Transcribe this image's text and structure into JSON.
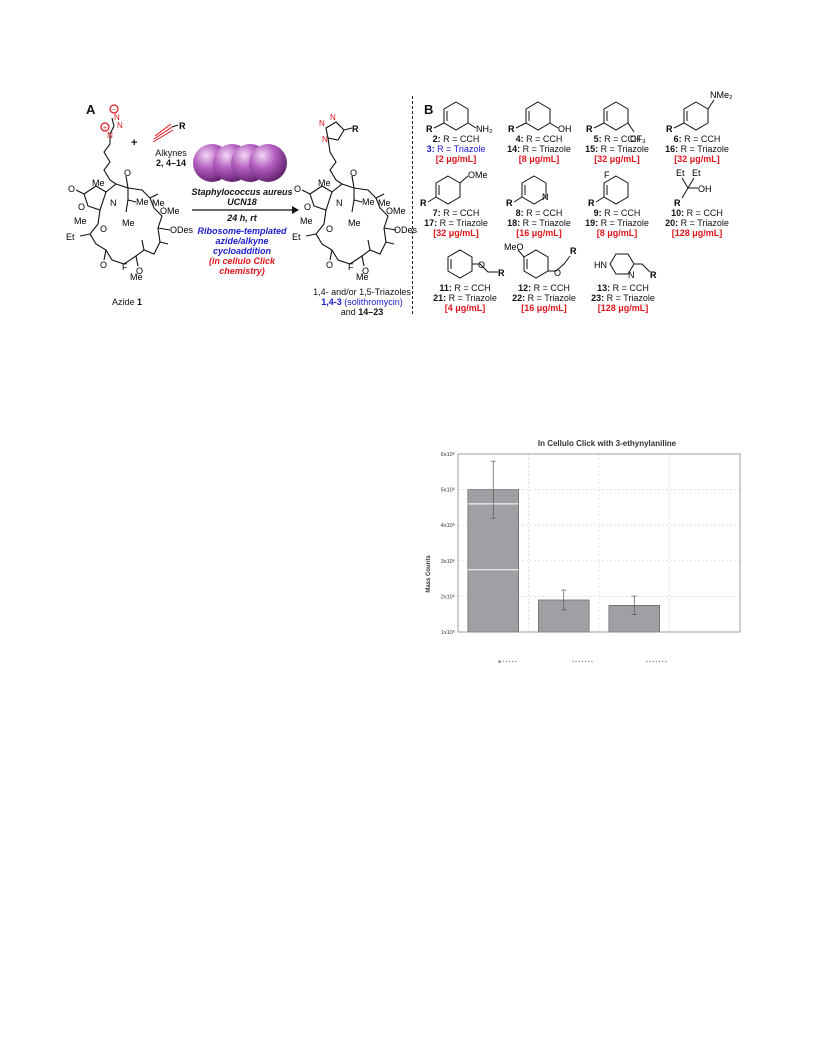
{
  "panel_a": {
    "label": "A",
    "alkynes_label": "Alkynes",
    "alkynes_numbers": "2, 4–14",
    "plus": "+",
    "organism": "Staphylococcus aureus",
    "strain": "UCN18",
    "conditions": "24 h, rt",
    "blue_line1": "Ribosome-templated",
    "blue_line2": "azide/alkyne",
    "blue_line3": "cycloaddition",
    "red_line1": "(in cellulo Click",
    "red_line2": "chemistry)",
    "azide_label_pre": "Azide ",
    "azide_label_num": "1",
    "product_line1": "1,4- and/or 1,5-Triazoles",
    "product_line2_num": "1,4-3",
    "product_line2_text": " (solithromycin)",
    "product_line3_pre": "and ",
    "product_line3_num": "14–23",
    "atoms": {
      "me": "Me",
      "ome": "OMe",
      "odes": "ODes",
      "et": "Et",
      "f": "F",
      "o": "O",
      "n": "N",
      "r": "R"
    }
  },
  "panel_b": {
    "label": "B",
    "compounds": [
      {
        "sub": "NH2",
        "l1n": "2:",
        "l1": " R = CCH",
        "l2n": "3:",
        "l2": " R = Triazole",
        "mic": "[2 μg/mL]",
        "l2blue": true
      },
      {
        "sub": "OH",
        "l1n": "4:",
        "l1": " R = CCH",
        "l2n": "14:",
        "l2": " R = Triazole",
        "mic": "[8 μg/mL]"
      },
      {
        "sub": "CF3",
        "l1n": "5:",
        "l1": " R = CCH",
        "l2n": "15:",
        "l2": " R = Triazole",
        "mic": "[32 μg/mL]"
      },
      {
        "sub": "NMe2",
        "l1n": "6:",
        "l1": " R = CCH",
        "l2n": "16:",
        "l2": " R = Triazole",
        "mic": "[32 μg/mL]"
      },
      {
        "sub": "OMe",
        "l1n": "7:",
        "l1": " R = CCH",
        "l2n": "17:",
        "l2": " R = Triazole",
        "mic": "[32 μg/mL]"
      },
      {
        "sub": "N",
        "l1n": "8:",
        "l1": " R = CCH",
        "l2n": "18:",
        "l2": " R = Triazole",
        "mic": "[16 μg/mL]"
      },
      {
        "sub": "F",
        "l1n": "9:",
        "l1": " R = CCH",
        "l2n": "19:",
        "l2": " R = Triazole",
        "mic": "[8 μg/mL]"
      },
      {
        "sub": "Et Et OH",
        "l1n": "10:",
        "l1": " R = CCH",
        "l2n": "20:",
        "l2": " R = Triazole",
        "mic": "[128 μg/mL]"
      },
      {
        "sub": "",
        "l1n": "11:",
        "l1": " R = CCH",
        "l2n": "21:",
        "l2": " R = Triazole",
        "mic": "[4 μg/mL]"
      },
      {
        "sub": "MeO",
        "l1n": "12:",
        "l1": " R = CCH",
        "l2n": "22:",
        "l2": " R = Triazole",
        "mic": "[16 μg/mL]"
      },
      {
        "sub": "HN",
        "l1n": "13:",
        "l1": " R = CCH",
        "l2n": "23:",
        "l2": " R = Triazole",
        "mic": "[128 μg/mL]"
      }
    ]
  },
  "chart_data": {
    "type": "bar",
    "title": "In Cellulo Click with 3-ethynylaniline",
    "ylabel": "Mass Counts",
    "ylim": [
      1000000,
      6000000
    ],
    "yticks": [
      "1x10⁶",
      "2x10⁶",
      "3x10⁶",
      "4x10⁶",
      "5x10⁶",
      "6x10⁶"
    ],
    "categories": [
      "",
      "",
      "",
      ""
    ],
    "values": [
      5000000,
      1900000,
      1750000,
      null
    ],
    "errors": [
      800000,
      280000,
      260000,
      null
    ],
    "grid": true,
    "bar_color": "#a0a0a4"
  }
}
